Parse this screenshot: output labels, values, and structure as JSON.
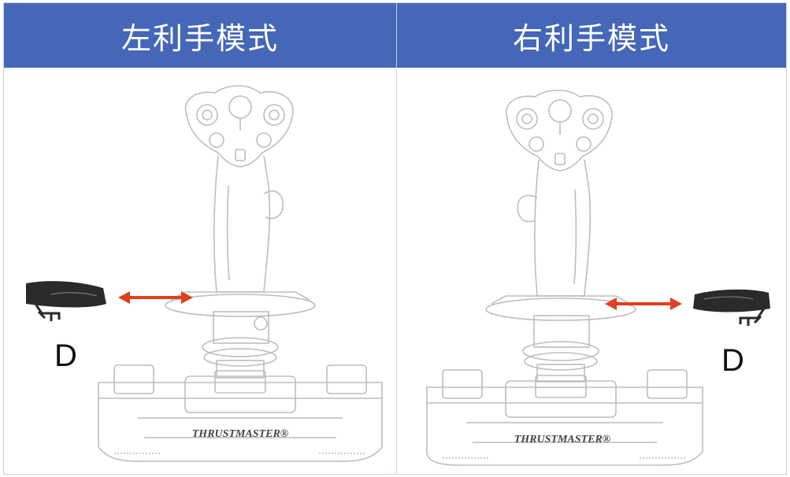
{
  "panels": [
    {
      "title": "左利手模式",
      "part_label": "D",
      "brand": "THRUSTMASTER®"
    },
    {
      "title": "右利手模式",
      "part_label": "D",
      "brand": "THRUSTMASTER®"
    }
  ],
  "colors": {
    "header": "#4567b7",
    "arrow": "#e0401e",
    "line": "#b9b9b9",
    "wing": "#2a2a2a"
  }
}
